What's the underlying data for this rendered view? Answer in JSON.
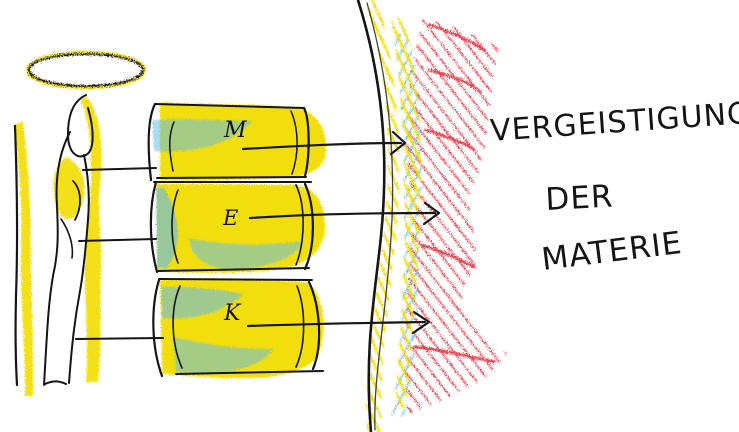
{
  "sketch": {
    "caption_lines": [
      "VERGEISTIGUNG",
      "DER",
      "MATERIE"
    ],
    "box_labels": [
      "M",
      "E",
      "K"
    ],
    "colors": {
      "ink": "#151515",
      "yellow": "#f2dd00",
      "blue": "#5fb9e6",
      "red": "#e3333f",
      "paper": "#ffffff"
    },
    "icons": {
      "figure": "standing-person-icon",
      "halo": "halo-icon",
      "arrow": "arrow-right-icon"
    }
  }
}
